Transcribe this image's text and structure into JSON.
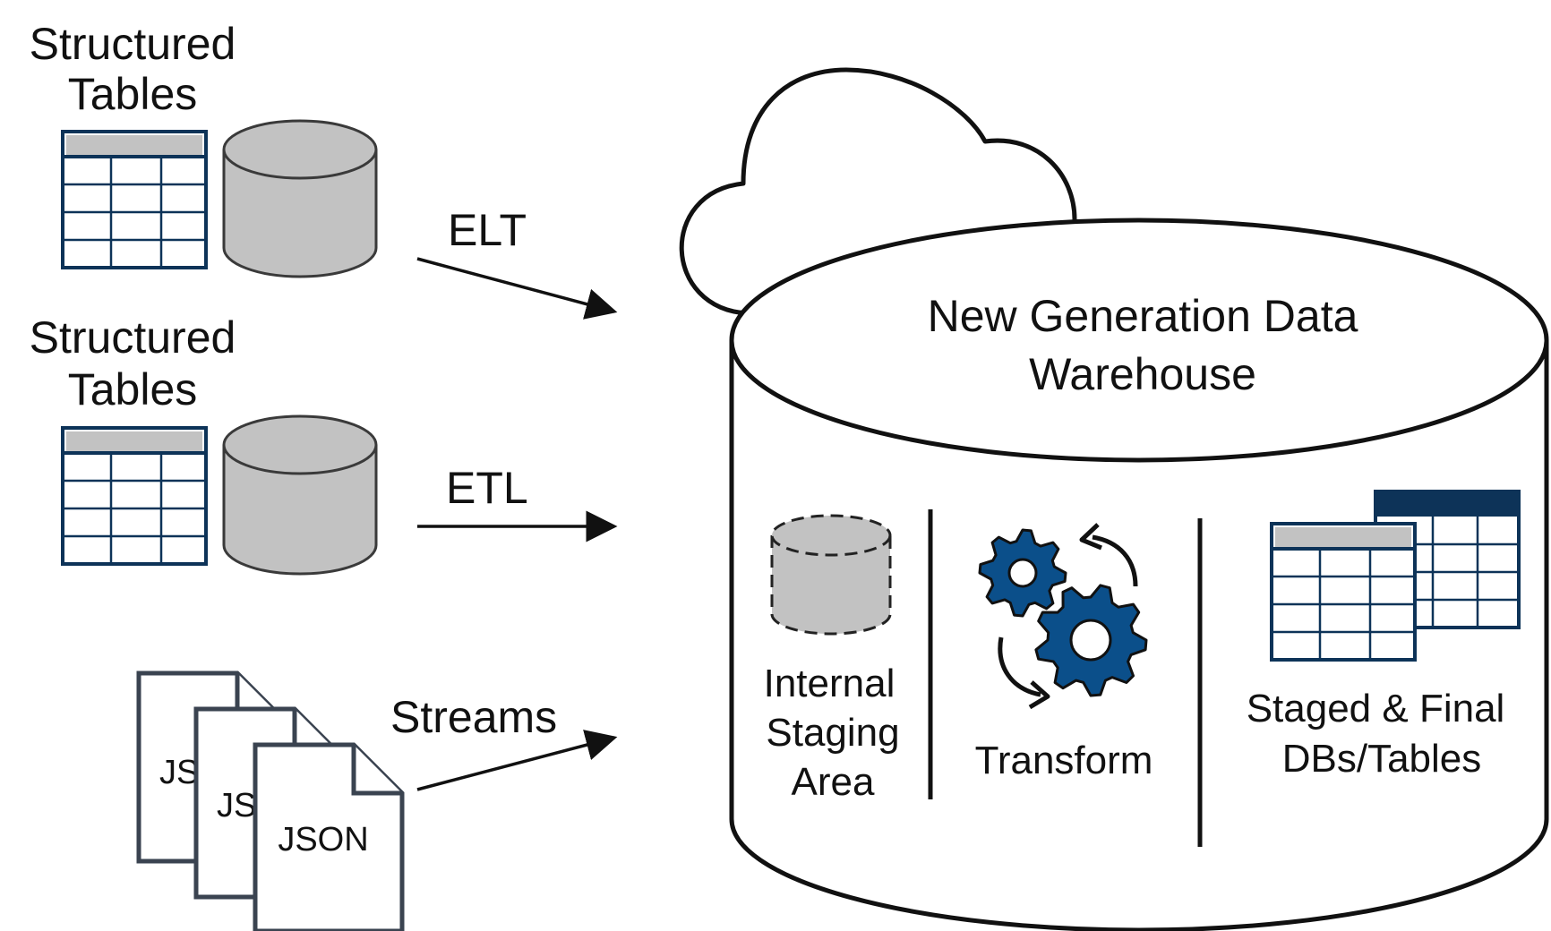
{
  "sources": {
    "top": {
      "label_line1": "Structured",
      "label_line2": "Tables"
    },
    "middle": {
      "label_line1": "Structured",
      "label_line2": "Tables"
    },
    "bottom": {
      "doc1": "JSON",
      "doc2": "JSON",
      "doc3": "JSON"
    }
  },
  "flows": {
    "elt": "ELT",
    "etl": "ETL",
    "streams": "Streams"
  },
  "warehouse": {
    "title_line1": "New Generation Data",
    "title_line2": "Warehouse",
    "staging": {
      "line1": "Internal",
      "line2": "Staging",
      "line3": "Area"
    },
    "transform": {
      "label": "Transform"
    },
    "final": {
      "line1": "Staged & Final",
      "line2": "DBs/Tables"
    }
  },
  "colors": {
    "navy": "#0d3358",
    "gear_blue": "#0b4f8a",
    "gray_fill": "#c2c2c2",
    "doc_stroke": "#3a4350",
    "line": "#111111"
  }
}
